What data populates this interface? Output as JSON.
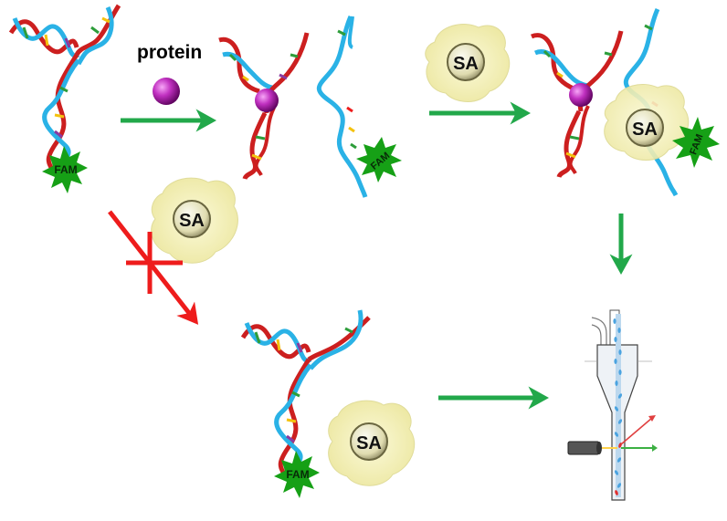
{
  "labels": {
    "protein": "protein",
    "sa": "SA",
    "fam": "FAM"
  },
  "colors": {
    "dna_strand_a": "#cc1f1f",
    "dna_strand_b": "#2ab2e6",
    "fam_star": "#16a016",
    "sa_blob": "#f3f0b8",
    "protein_ball": "#a01aa0",
    "arrow_ok": "#22a84a",
    "arrow_blocked": "#ee1c1c"
  },
  "icons": {
    "protein": "sphere-icon",
    "streptavidin": "sa-blob-icon",
    "fluorophore": "fam-star-icon",
    "instrument": "flow-cytometer-icon"
  }
}
